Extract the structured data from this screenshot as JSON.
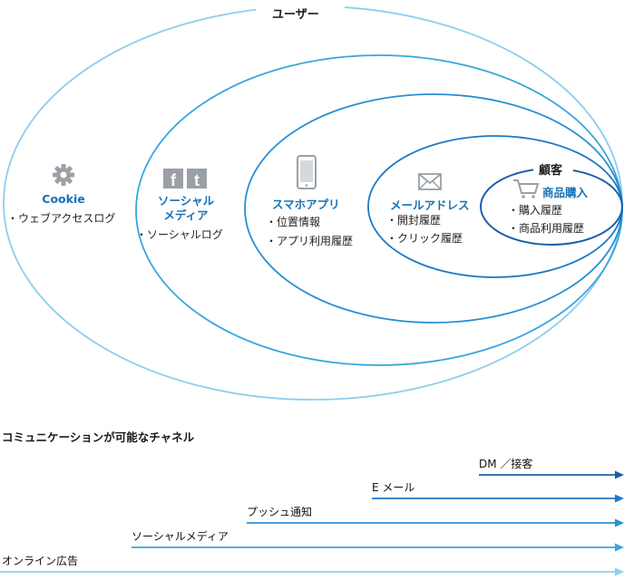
{
  "diagram": {
    "outer_label": "ユーザー",
    "segments": [
      {
        "title": "Cookie",
        "items": [
          "・ウェブアクセスログ"
        ],
        "icon": "gear-icon"
      },
      {
        "title_lines": [
          "ソーシャル",
          "メディア"
        ],
        "items": [
          "・ソーシャルログ"
        ],
        "icon": "social-icons"
      },
      {
        "title": "スマホアプリ",
        "items": [
          "・位置情報",
          "・アプリ利用履歴"
        ],
        "icon": "smartphone-icon"
      },
      {
        "title": "メールアドレス",
        "items": [
          "・開封履歴",
          "・クリック履歴"
        ],
        "icon": "envelope-icon"
      },
      {
        "heading": "顧客",
        "title": "商品購入",
        "items": [
          "・購入履歴",
          "・商品利用履歴"
        ],
        "icon": "cart-icon"
      }
    ],
    "social_glyphs": [
      "f",
      "t"
    ]
  },
  "channels": {
    "title": "コミュニケーションが可能なチャネル",
    "rows": [
      {
        "label": "DM ／接客",
        "color": "#1a5fa8"
      },
      {
        "label": "E メール",
        "color": "#1e78c3"
      },
      {
        "label": "プッシュ通知",
        "color": "#2590d2"
      },
      {
        "label": "ソーシャルメディア",
        "color": "#37a6df"
      },
      {
        "label": "オンライン広告",
        "color": "#8fcdee"
      }
    ]
  },
  "colors": {
    "ring1": "#8fcdee",
    "ring2": "#37a6df",
    "ring3": "#2590d2",
    "ring4": "#1e78c3",
    "ring5": "#1a5fa8",
    "label_blue": "#1572b6",
    "icon_gray": "#9aa0a6"
  }
}
